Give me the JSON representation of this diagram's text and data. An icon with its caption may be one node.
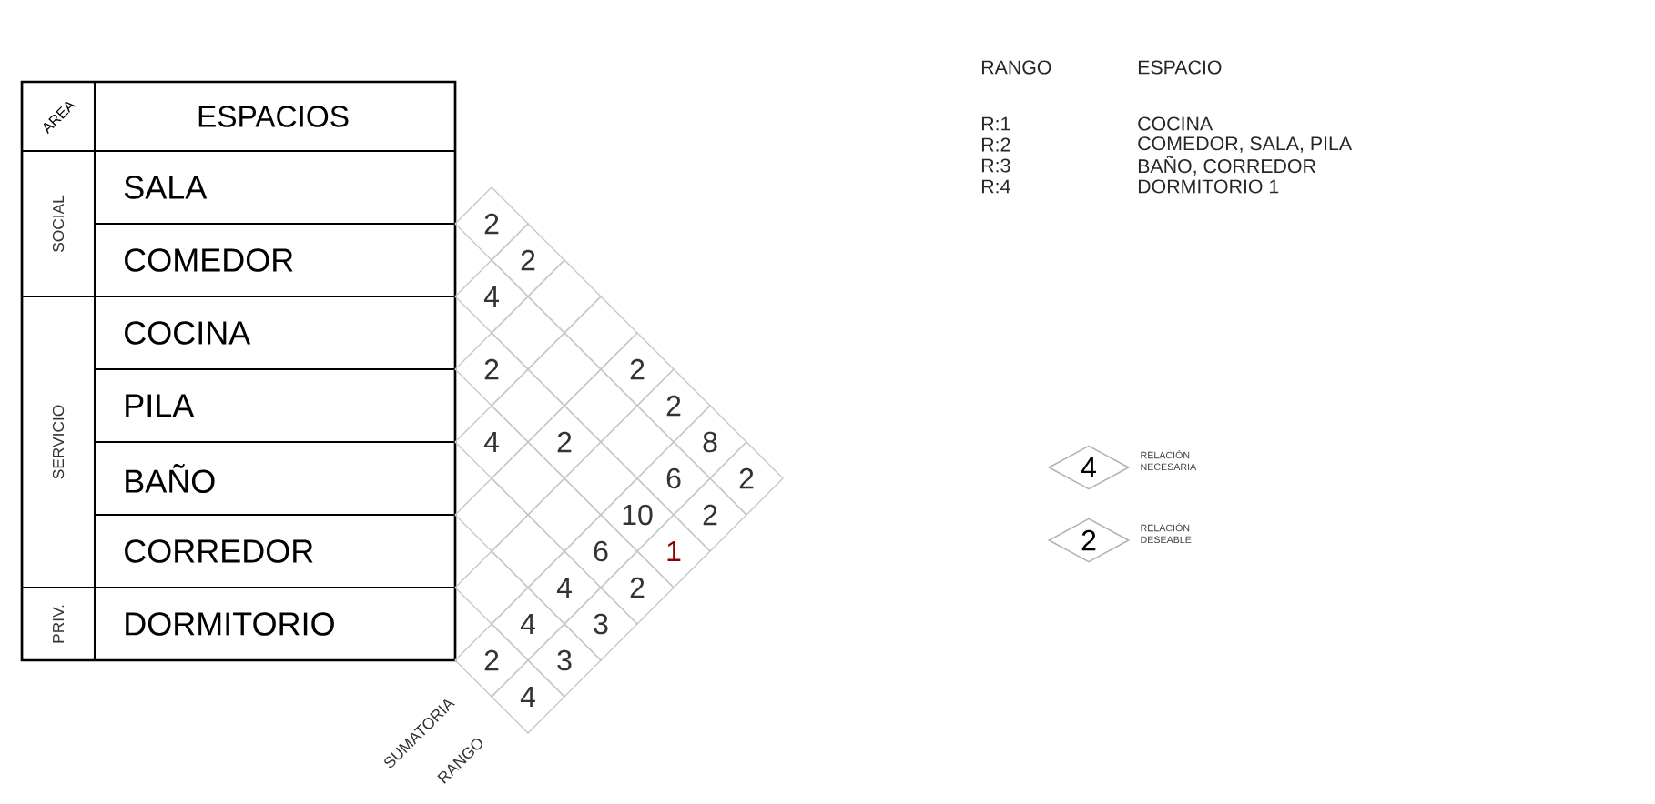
{
  "diagram": {
    "nodes": [
      {
        "text": [
          "4"
        ],
        "beside": [
          "RELACIÓN NECESARIA"
        ]
      },
      {
        "text": [
          "2"
        ],
        "beside": [
          "RELACIÓN DESEABLE"
        ]
      }
    ],
    "labels": [
      "AREA",
      "ESPACIOS",
      "SOCIAL",
      "SALA",
      "COMEDOR",
      "SERVICIO",
      "COCINA",
      "PILA",
      "BAÑO",
      "CORREDOR",
      "PRIV.",
      "DORMITORIO",
      "2",
      "2",
      "4",
      "2",
      "2",
      "2",
      "4",
      "2",
      "8",
      "6",
      "2",
      "10",
      "2",
      "6",
      "1",
      "4",
      "2",
      "4",
      "3",
      "2",
      "3",
      "4",
      "SUMATORIA",
      "RANGO",
      "RANGO",
      "ESPACIO",
      "R:1",
      "COCINA",
      "R:2",
      "COMEDOR, SALA, PILA",
      "R:3",
      "BAÑO, CORREDOR",
      "R:4",
      "DORMITORIO 1"
    ]
  }
}
